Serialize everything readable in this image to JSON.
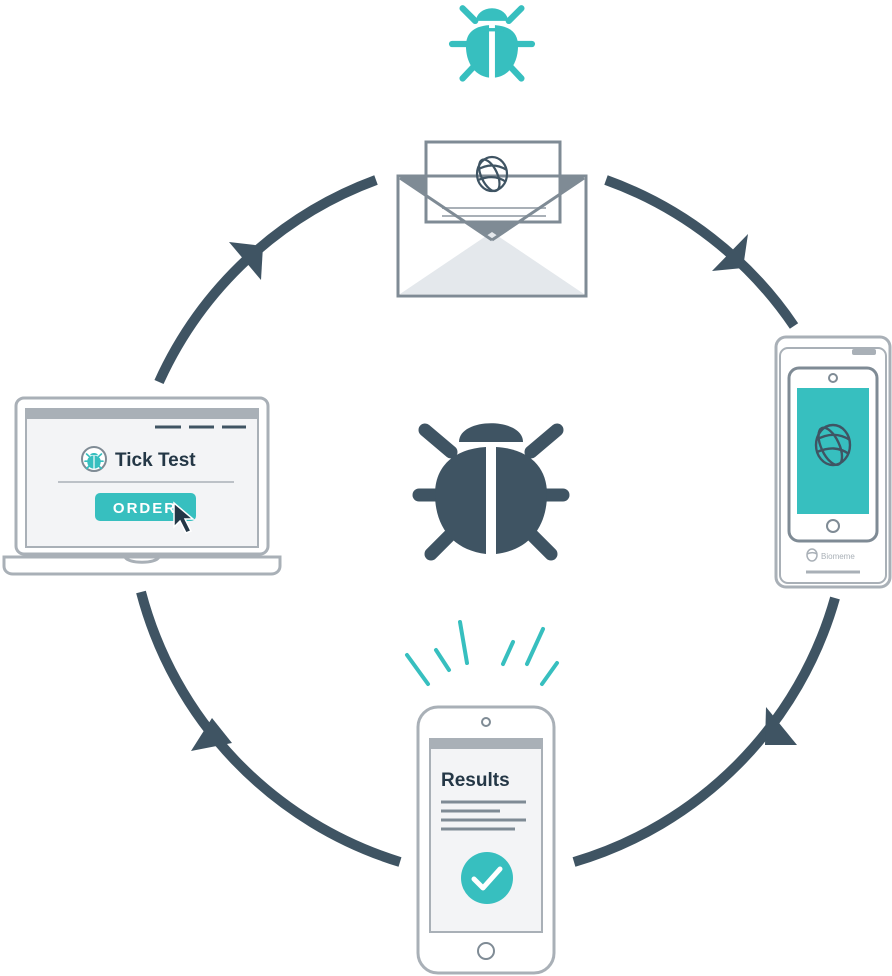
{
  "colors": {
    "slate": "#3f5463",
    "teal": "#37bfbf",
    "light_gray": "#e4e8ec",
    "mid_gray": "#a9b0b7",
    "screen_bg": "#f3f4f6",
    "outline": "#7f8b95"
  },
  "laptop": {
    "title": "Tick Test",
    "button_label": "ORDER"
  },
  "tablet": {
    "brand": "Biomeme"
  },
  "phone": {
    "heading": "Results"
  },
  "icons": {
    "top": "bug-icon",
    "center": "bug-icon",
    "envelope_logo": "globe-logo-icon",
    "tablet_logo": "globe-logo-icon",
    "result_status": "checkmark-icon",
    "cursor": "cursor-arrow-icon"
  }
}
